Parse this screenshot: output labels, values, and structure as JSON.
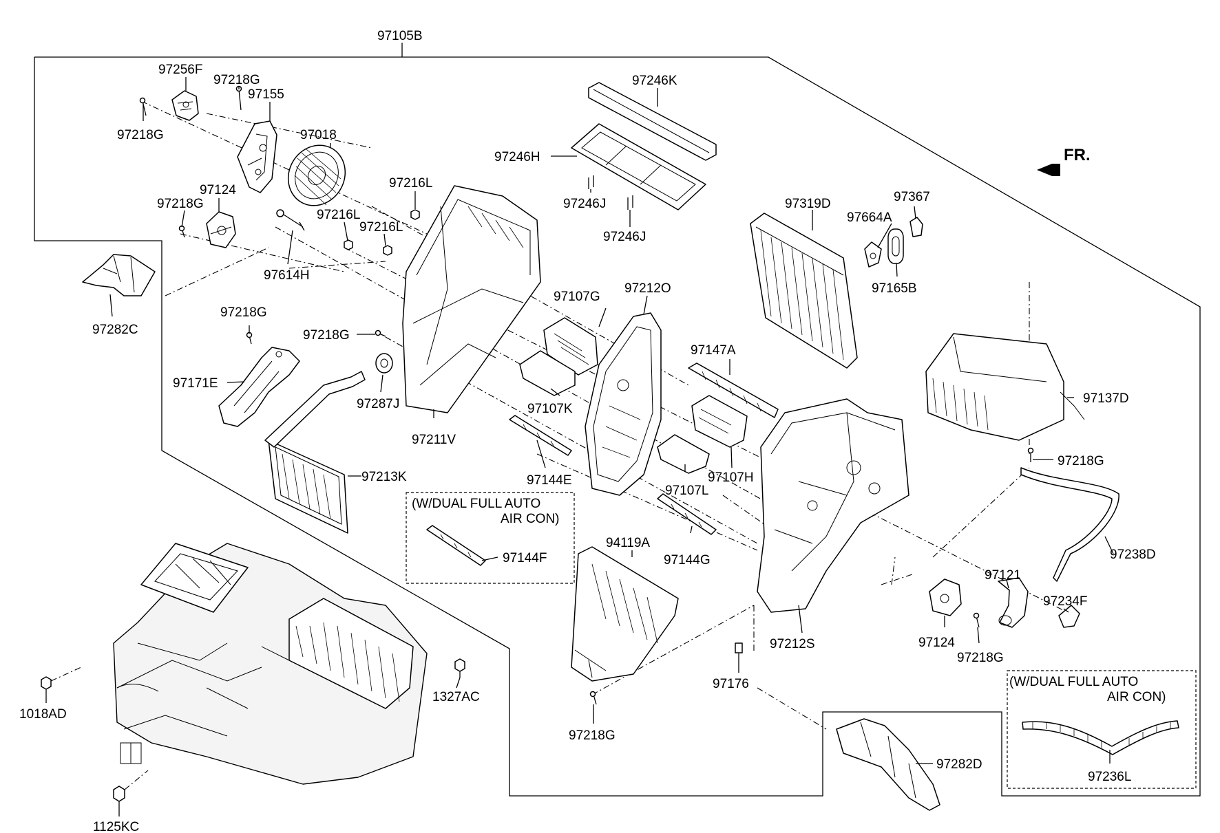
{
  "diagram": {
    "assembly_label": "97105B",
    "direction_label": "FR.",
    "notes": {
      "note_1": {
        "line_1": "(W/DUAL FULL AUTO",
        "line_2": "AIR CON)"
      },
      "note_2": {
        "line_1": "(W/DUAL FULL AUTO",
        "line_2": "AIR CON)"
      }
    },
    "callouts": {
      "c_97256F": "97256F",
      "c_97218G_a": "97218G",
      "c_97155": "97155",
      "c_97218G_b": "97218G",
      "c_97018": "97018",
      "c_97124_a": "97124",
      "c_97218G_c": "97218G",
      "c_97216L_a": "97216L",
      "c_97216L_b": "97216L",
      "c_97216L_c": "97216L",
      "c_97614H": "97614H",
      "c_97282C": "97282C",
      "c_97246K": "97246K",
      "c_97246H": "97246H",
      "c_97246J_a": "97246J",
      "c_97246J_b": "97246J",
      "c_97319D": "97319D",
      "c_97664A": "97664A",
      "c_97367": "97367",
      "c_97165B": "97165B",
      "c_97218G_d": "97218G",
      "c_97218G_e": "97218G",
      "c_97171E": "97171E",
      "c_97287J": "97287J",
      "c_97211V": "97211V",
      "c_97213K": "97213K",
      "c_97107G": "97107G",
      "c_97107K": "97107K",
      "c_97212O": "97212O",
      "c_97147A": "97147A",
      "c_97144E": "97144E",
      "c_97107H": "97107H",
      "c_97107L": "97107L",
      "c_97137D": "97137D",
      "c_97218G_f": "97218G",
      "c_97144F": "97144F",
      "c_94119A": "94119A",
      "c_97144G": "97144G",
      "c_97238D": "97238D",
      "c_97121": "97121",
      "c_97234F": "97234F",
      "c_97124_b": "97124",
      "c_97218G_g": "97218G",
      "c_97212S": "97212S",
      "c_97176": "97176",
      "c_97218G_h": "97218G",
      "c_1327AC": "1327AC",
      "c_1018AD": "1018AD",
      "c_1125KC": "1125KC",
      "c_97282D": "97282D",
      "c_97236L": "97236L"
    }
  }
}
